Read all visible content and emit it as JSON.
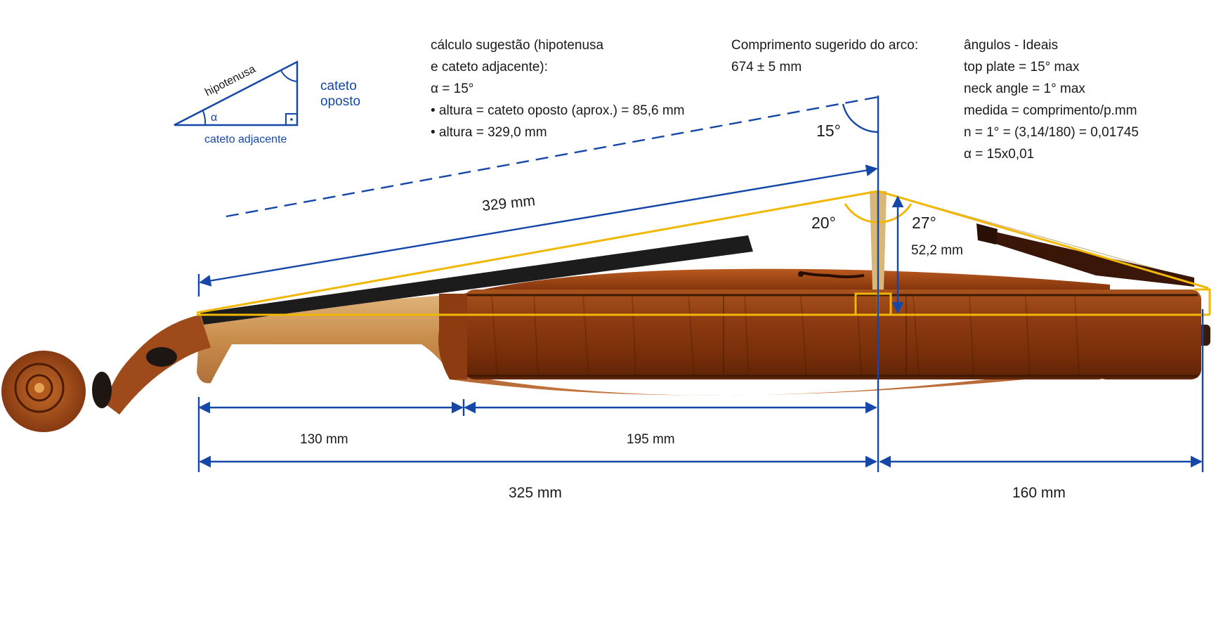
{
  "triangle_legend": {
    "hypotenuse": "hipotenusa",
    "opposite_line1": "cateto",
    "opposite_line2": "oposto",
    "adjacent": "cateto adjacente",
    "angle_symbol": "α"
  },
  "calc_note": {
    "lines": [
      "cálculo sugestão (hipotenusa",
      "e cateto adjacente):",
      "α = 15°",
      "• altura = cateto oposto (aprox.) = 85,6 mm",
      "• altura = 329,0 mm"
    ]
  },
  "bow_note": {
    "lines": [
      "Comprimento sugerido do arco:",
      "674 ± 5 mm"
    ]
  },
  "angles_note": {
    "lines": [
      "ângulos - Ideais",
      "top plate = 15° max",
      "neck angle = 1° max",
      "medida = comprimento/p.mm",
      "n = 1° = (3,14/180) = 0,01745",
      "α = 15x0,01"
    ]
  },
  "dimensions": {
    "angle_top": "15°",
    "diagonal": "329 mm",
    "angle_left": "20°",
    "angle_right": "27°",
    "bridge_height": "52,2 mm",
    "neck_length": "130 mm",
    "body_stop": "195 mm",
    "total_front": "325 mm",
    "total_back": "160 mm"
  },
  "colors": {
    "dimension_blue": "#1547a8",
    "guide_yellow": "#f2b705",
    "varnish": "#8a3b10"
  }
}
